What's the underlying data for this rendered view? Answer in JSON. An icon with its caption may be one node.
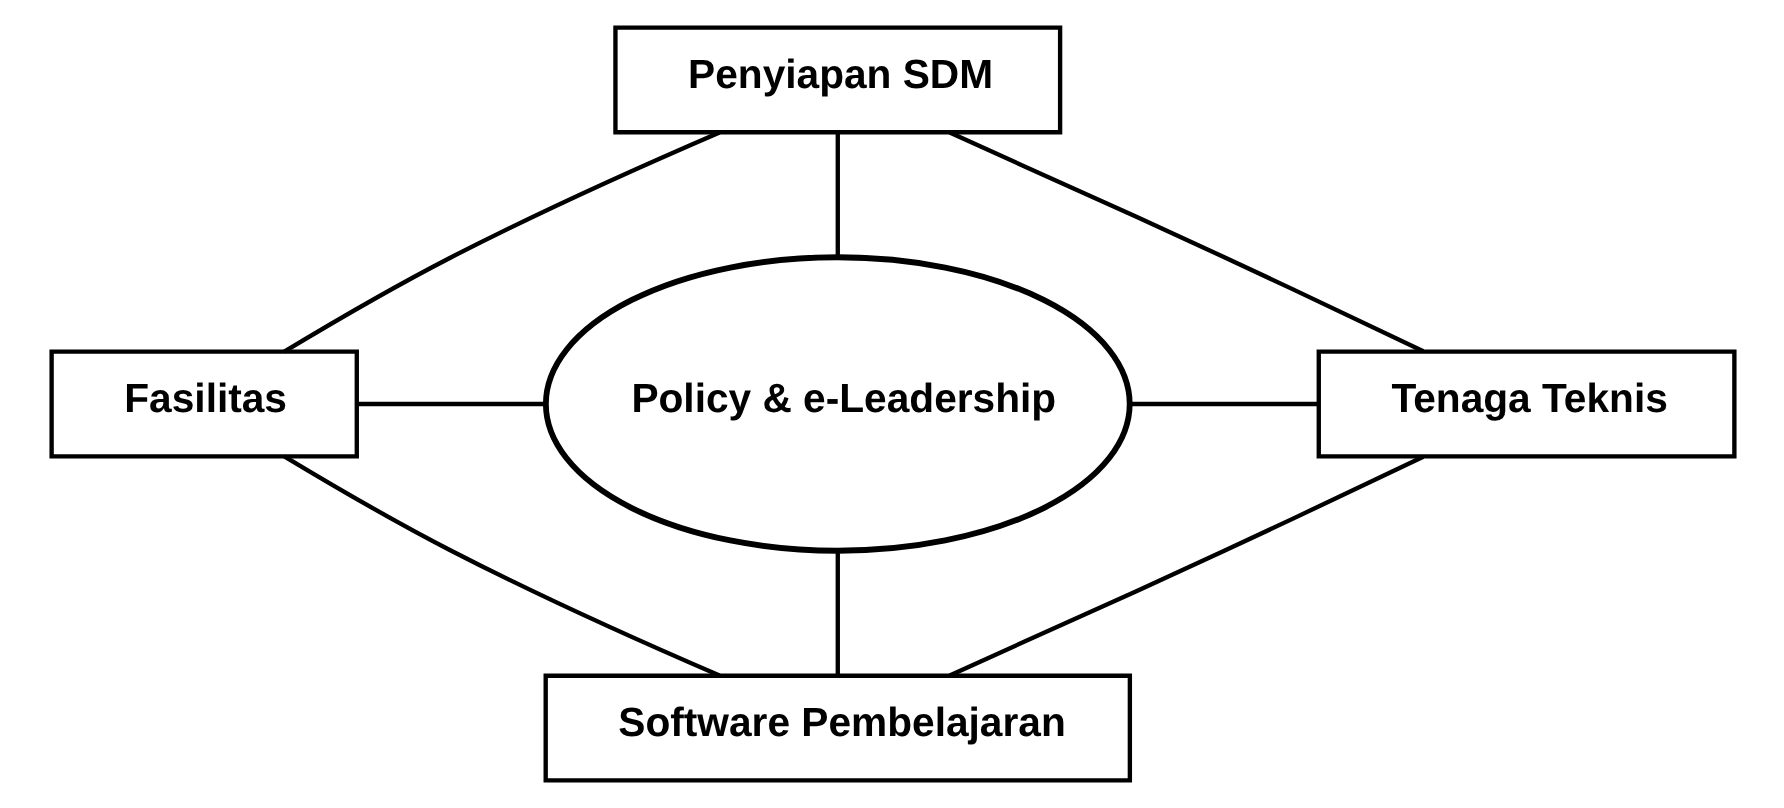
{
  "diagram": {
    "nodes": [
      {
        "text": [
          "Penyiapan SDM"
        ]
      },
      {
        "text": [
          "Fasilitas"
        ]
      },
      {
        "text": [
          "Policy & e-Leadership"
        ]
      },
      {
        "text": [
          "Tenaga Teknis"
        ]
      },
      {
        "text": [
          "Software Pembelajaran"
        ]
      }
    ],
    "edges": [
      {
        "from": 0,
        "to": 1,
        "arrow": "none"
      },
      {
        "from": 0,
        "to": 2,
        "arrow": "none"
      },
      {
        "from": 0,
        "to": 3,
        "arrow": "none"
      },
      {
        "from": 1,
        "to": 2,
        "arrow": "none"
      },
      {
        "from": 2,
        "to": 3,
        "arrow": "none"
      },
      {
        "from": 1,
        "to": 4,
        "arrow": "none"
      },
      {
        "from": 2,
        "to": 4,
        "arrow": "none"
      },
      {
        "from": 3,
        "to": 4,
        "arrow": "none"
      }
    ]
  }
}
